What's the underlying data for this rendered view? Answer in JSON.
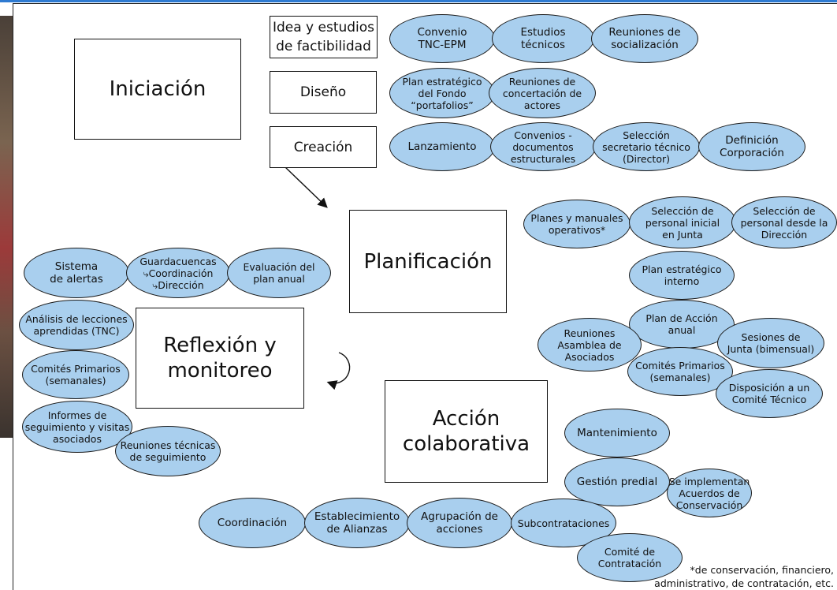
{
  "phases": {
    "iniciacion": "Iniciación",
    "planificacion": "Planificación",
    "reflexion": "Reflexión y\nmonitoreo",
    "accion": "Acción\ncolaborativa"
  },
  "subphases": {
    "idea": "Idea y estudios\nde factibilidad",
    "diseno": "Diseño",
    "creacion": "Creación"
  },
  "iniciacion_items": {
    "convenio": "Convenio\nTNC-EPM",
    "estudios": "Estudios\ntécnicos",
    "reuniones_socializacion": "Reuniones de\nsocialización",
    "plan_estrategico_fondo": "Plan estratégico\ndel Fondo\n“portafolios”",
    "reuniones_concertacion": "Reuniones de\nconcertación de\nactores",
    "lanzamiento": "Lanzamiento",
    "convenios_documentos": "Convenios -\ndocumentos\nestructurales",
    "seleccion_secretario": "Selección\nsecretario técnico\n(Director)",
    "definicion_corporacion": "Definición\nCorporación"
  },
  "planificacion_items": {
    "planes_manuales": "Planes y manuales\noperativos*",
    "seleccion_junta": "Selección de\npersonal inicial\nen Junta",
    "seleccion_direccion": "Selección de\npersonal desde la\nDirección",
    "plan_interno": "Plan estratégico\ninterno",
    "plan_accion": "Plan de Acción\nanual",
    "reuniones_asamblea": "Reuniones\nAsamblea de\nAsociados",
    "sesiones_junta": "Sesiones de\nJunta (bimensual)",
    "comites_plan": "Comités Primarios\n(semanales)",
    "disposicion_comite": "Disposición a un\nComité Técnico"
  },
  "reflexion_items": {
    "sistema_alertas": "Sistema\nde alertas",
    "guardacuencas": "Guardacuencas\n⤷Coordinación\n⤷Dirección",
    "evaluacion_plan": "Evaluación del\nplan anual",
    "analisis_lecciones": "Análisis de lecciones\naprendidas (TNC)",
    "comites_reflexion": "Comités Primarios\n(semanales)",
    "informes": "Informes de\nseguimiento y visitas\nasociados",
    "reuniones_tecnicas": "Reuniones técnicas\nde seguimiento"
  },
  "accion_items": {
    "mantenimiento": "Mantenimiento",
    "gestion_predial": "Gestión predial",
    "acuerdos": "Se implementan\nAcuerdos de\nConservación",
    "coordinacion": "Coordinación",
    "alianzas": "Establecimiento\nde Alianzas",
    "agrupacion": "Agrupación de\nacciones",
    "subcontrataciones": "Subcontrataciones",
    "comite_contratacion": "Comité de\nContratación"
  },
  "footnote": "*de conservación, financiero,\nadministrativo, de contratación, etc."
}
